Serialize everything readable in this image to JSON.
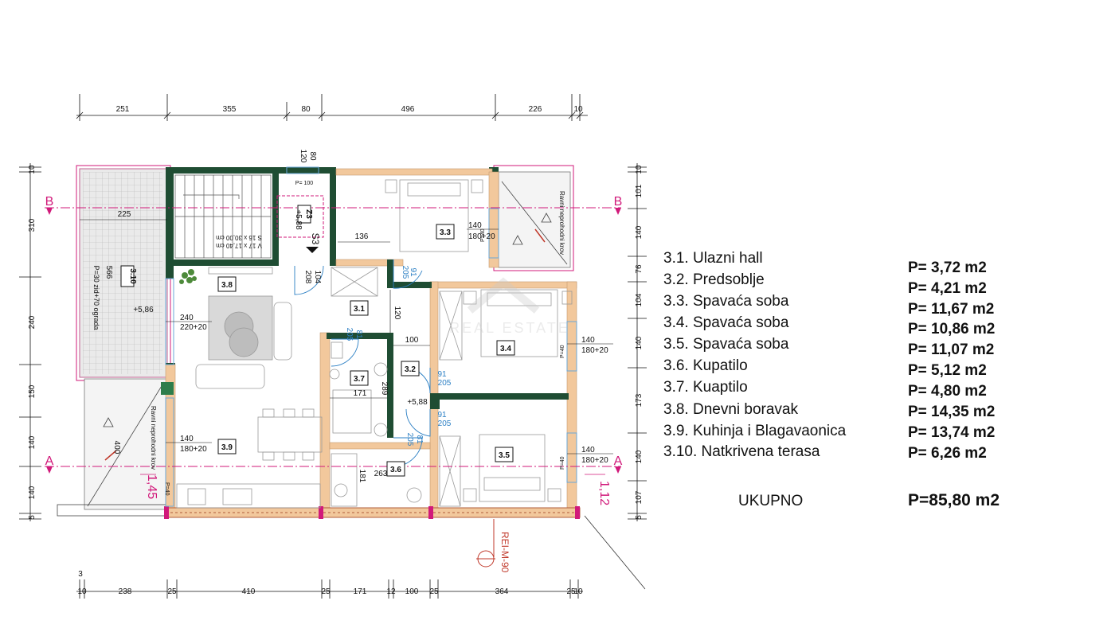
{
  "dimensions_top": [
    "251",
    "355",
    "80",
    "496",
    "226",
    "10"
  ],
  "dimensions_bottom": [
    "3",
    "10",
    "238",
    "25",
    "410",
    "25",
    "171",
    "12",
    "100",
    "25",
    "364",
    "25",
    "10"
  ],
  "dimensions_left": [
    "10",
    "310",
    "240",
    "150",
    "140",
    "140",
    "5"
  ],
  "dimensions_right": [
    "10",
    "101",
    "140",
    "76",
    "104",
    "140",
    "173",
    "140",
    "107",
    "5"
  ],
  "section_markers": {
    "b": "B",
    "a": "A"
  },
  "rooms": {
    "r31": "3.1",
    "r32": "3.2",
    "r33": "3.3",
    "r34": "3.4",
    "r35": "3.5",
    "r36": "3.6",
    "r37": "3.7",
    "r38": "3.8",
    "r39": "3.9",
    "r310": "3.10",
    "z3": "Z3"
  },
  "plan_notes": {
    "elev_z3": "+5,88",
    "elev_terrace": "+5,86",
    "elev_hall": "+5,88",
    "s3": "S3",
    "stairs_line1": "S 16 x 30,00 cm",
    "stairs_line2": "V 17 x 17,40 cm",
    "terrace_note": "P=30 zid+70 ograda",
    "roof_note_top": "Ravni neprohodni krov",
    "roof_note_bottom": "Ravni neprohodni krov",
    "dim_225": "225",
    "dim_566": "566",
    "dim_400": "400",
    "dim_136": "136",
    "dim_120": "120",
    "dim_100": "100",
    "dim_171": "171",
    "dim_289": "289",
    "dim_181": "181",
    "dim_263": "263",
    "dim_80": "80",
    "dim_120b": "120",
    "dim_p100": "P= 100",
    "fire_rating": "REI-M-90",
    "dim_145": "1,45",
    "dim_112": "1,12"
  },
  "windows": {
    "w_living": {
      "size": "240",
      "dims": "220+20"
    },
    "w_kitchen": {
      "size": "140",
      "dims": "180+20"
    },
    "w_33": {
      "size": "140",
      "dims": "180+20",
      "p": "P=40"
    },
    "w_34": {
      "size": "140",
      "dims": "180+20",
      "p": "P=40"
    },
    "w_35": {
      "size": "140",
      "dims": "180+20",
      "p": "P=40"
    },
    "w_kit_p": "P=40"
  },
  "doors": {
    "d_entry": {
      "w": "104",
      "h": "208"
    },
    "d_hall": {
      "w": "91",
      "h": "205"
    },
    "d_37": {
      "w": "81",
      "h": "205"
    },
    "d_34": {
      "w": "91",
      "h": "205"
    },
    "d_35": {
      "w": "91",
      "h": "205"
    },
    "d_36": {
      "w": "81",
      "h": "205"
    }
  },
  "watermark": "REAL ESTATE",
  "legend": [
    {
      "label": "3.1. Ulazni hall",
      "value": "P=  3,72 m2"
    },
    {
      "label": "3.2. Predsoblje",
      "value": "P=  4,21 m2"
    },
    {
      "label": "3.3. Spavaća soba",
      "value": "P=  11,67 m2"
    },
    {
      "label": "3.4. Spavaća soba",
      "value": "P=  10,86 m2"
    },
    {
      "label": "3.5. Spavaća soba",
      "value": "P=  11,07 m2"
    },
    {
      "label": "3.6. Kupatilo",
      "value": "P=  5,12 m2"
    },
    {
      "label": "3.7. Kuaptilo",
      "value": "P=  4,80 m2"
    },
    {
      "label": "3.8. Dnevni boravak",
      "value": "P=  14,35 m2"
    },
    {
      "label": "3.9. Kuhinja i Blagavaonica",
      "value": "P=  13,74 m2"
    },
    {
      "label": "3.10. Natkrivena terasa",
      "value": "P=  6,26 m2"
    }
  ],
  "total": {
    "label": "UKUPNO",
    "value": "P=85,80 m2"
  },
  "colors": {
    "wall_dark": "#1f4d33",
    "wall_tan": "#f2c89c",
    "section": "#d1197a",
    "door": "#2b7fc4",
    "furniture": "#9a9a9a",
    "window": "#6aa7d8",
    "fire": "#c0392b"
  }
}
